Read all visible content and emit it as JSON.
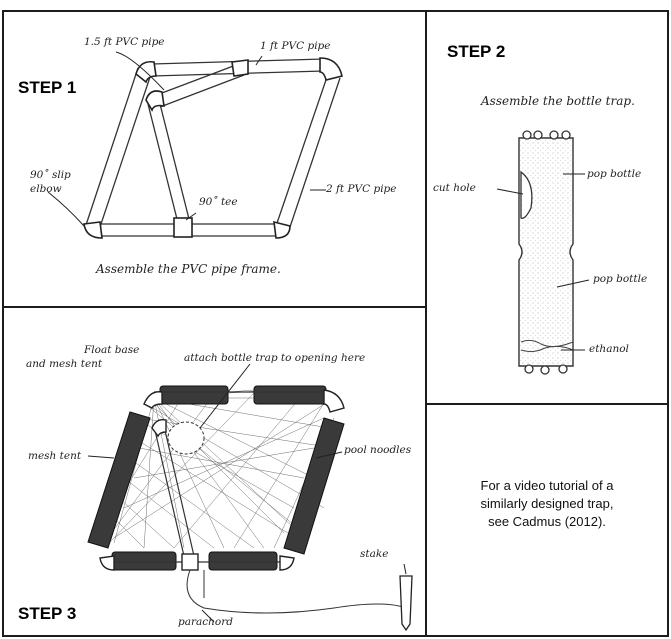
{
  "step1": {
    "title": "STEP 1",
    "labels": {
      "pipe_15ft": "1.5 ft PVC pipe",
      "pipe_1ft": "1 ft PVC pipe",
      "pipe_2ft": "2 ft PVC pipe",
      "elbow": "90˚ slip elbow",
      "tee": "90˚ tee"
    },
    "caption": "Assemble the PVC pipe frame."
  },
  "step2": {
    "title": "STEP 2",
    "caption": "Assemble the bottle trap.",
    "labels": {
      "cut_hole": "cut hole",
      "pop_bottle_top": "pop bottle",
      "pop_bottle_bottom": "pop bottle",
      "ethanol": "ethanol"
    }
  },
  "step3": {
    "title": "STEP 3",
    "labels": {
      "float_base_1": "Float base",
      "float_base_2": "and mesh tent",
      "attach": "attach bottle trap to opening here",
      "mesh_tent": "mesh tent",
      "pool_noodles": "pool noodles",
      "stake": "stake",
      "parachord": "parachord"
    }
  },
  "note": {
    "line1": "For a video tutorial of a",
    "line2": "similarly designed trap,",
    "line3": "see Cadmus (2012)."
  }
}
